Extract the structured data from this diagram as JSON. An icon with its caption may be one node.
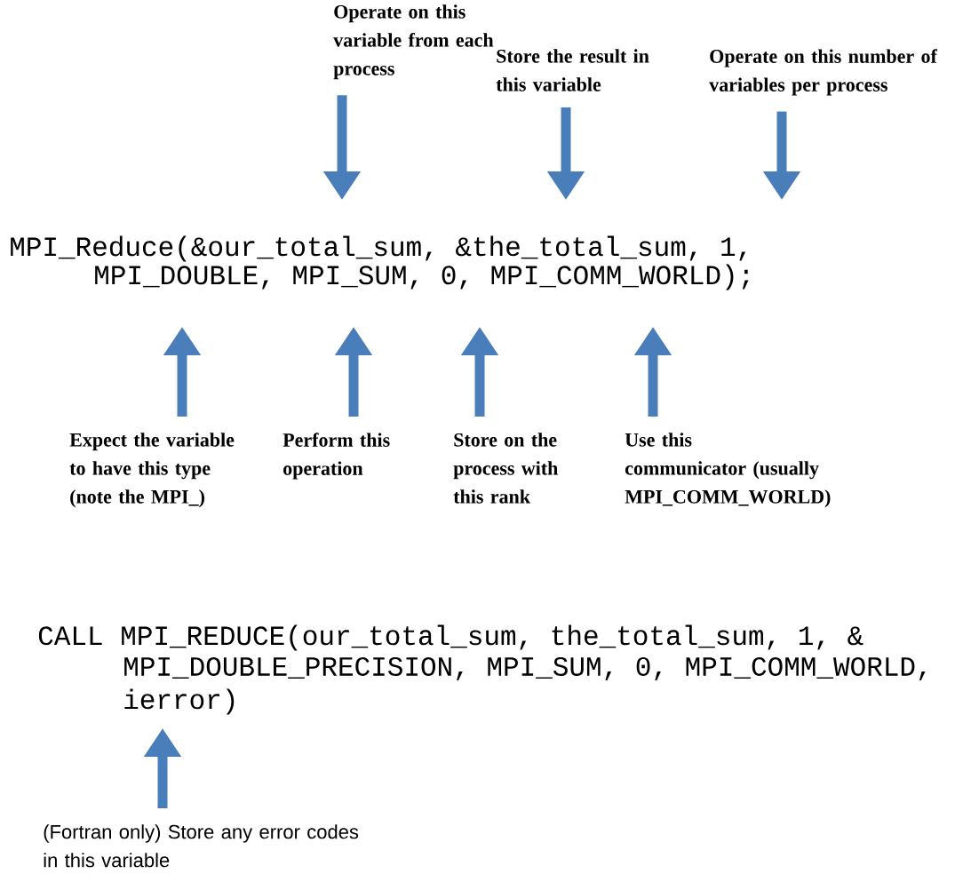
{
  "diagram": {
    "nodes": [
      {
        "text": [
          "Operate on this variable from each process"
        ]
      },
      {
        "text": [
          "Store the result in this variable"
        ]
      },
      {
        "text": [
          "Operate on this number of variables per process"
        ]
      },
      {
        "text": [
          "Expect the variable to have this type (note the MPI_)"
        ]
      },
      {
        "text": [
          "Perform this operation"
        ]
      },
      {
        "text": [
          "Store on the process with this rank"
        ]
      },
      {
        "text": [
          "Use this communicator (usually MPI_COMM_WORLD)"
        ]
      },
      {
        "text": [
          "(Fortran only) Store any error codes in this variable"
        ]
      }
    ],
    "edges": [
      {
        "from": 0,
        "to": null,
        "arrow": "to"
      },
      {
        "from": 1,
        "to": null,
        "arrow": "to"
      },
      {
        "from": 2,
        "to": null,
        "arrow": "to"
      },
      {
        "from": 3,
        "to": null,
        "arrow": "to"
      },
      {
        "from": 4,
        "to": null,
        "arrow": "to"
      },
      {
        "from": 5,
        "to": null,
        "arrow": "to"
      },
      {
        "from": 6,
        "to": null,
        "arrow": "to"
      },
      {
        "from": 7,
        "to": null,
        "arrow": "to"
      }
    ],
    "labels": [
      "MPI_Reduce(&our_total_sum, &the_total_sum,  1,",
      "MPI_DOUBLE, MPI_SUM,  0, MPI_COMM_WORLD);",
      "CALL MPI_REDUCE(our_total_sum, the_total_sum, 1, &",
      "MPI_DOUBLE_PRECISION, MPI_SUM, 0, MPI_COMM_WORLD,",
      "ierror)"
    ]
  }
}
